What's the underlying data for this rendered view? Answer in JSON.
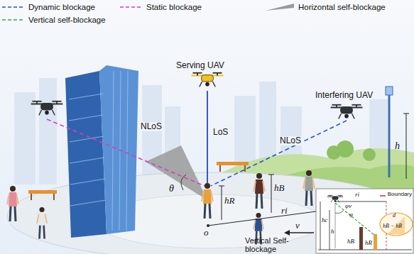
{
  "diagram": {
    "labels": [
      "Serving UAV",
      "LoS",
      "NLoS",
      "NLoS",
      "Interfering UAV",
      "h",
      "hB",
      "hR",
      "θ",
      "o",
      "ri",
      "v",
      "Vertical Self-blockage",
      "ri",
      "Boundary",
      "φv",
      "φ",
      "d",
      "hB − hR",
      "hc",
      "h",
      "hB",
      "hR"
    ],
    "legend": [
      {
        "text": "Dynamic blockage"
      },
      {
        "text": "Static blockage"
      },
      {
        "text": "Horizontal self-blockage"
      },
      {
        "text": "Vertical self-blockage"
      }
    ]
  }
}
